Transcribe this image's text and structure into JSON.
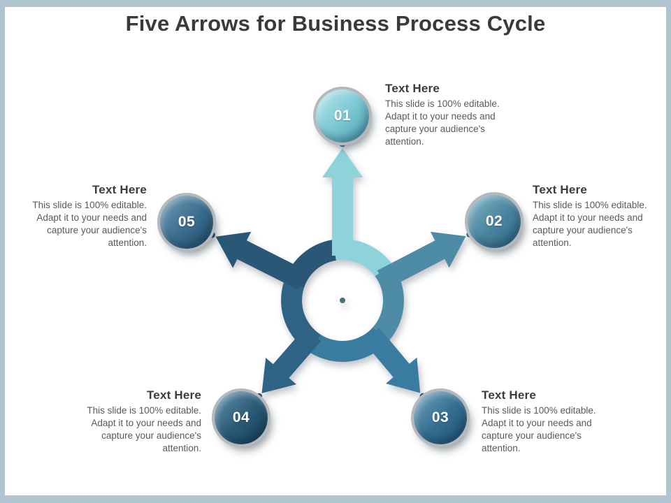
{
  "slide": {
    "title": "Five Arrows for Business Process Cycle",
    "frame_color": "#b0c5d0",
    "center_dot_color": "#48707f"
  },
  "items": [
    {
      "number": "01",
      "heading": "Text Here",
      "body": "This slide is 100% editable. Adapt it to your needs and capture your audience's attention.",
      "arrow_color": "#8ed3da",
      "color_light": "#bce7ec",
      "color": "#7cc8d3",
      "color_dark": "#4d9fb1",
      "dot_color": "#4492a4"
    },
    {
      "number": "02",
      "heading": "Text Here",
      "body": "This slide is 100% editable. Adapt it to your needs and capture your audience's attention.",
      "arrow_color": "#4d8ca4",
      "color_light": "#84b5c5",
      "color": "#4b86a1",
      "color_dark": "#2e6681",
      "dot_color": "#2e6b82"
    },
    {
      "number": "03",
      "heading": "Text Here",
      "body": "This slide is 100% editable. Adapt it to your needs and capture your audience's attention.",
      "arrow_color": "#3a7ba0",
      "color_light": "#74a6bd",
      "color": "#356f93",
      "color_dark": "#1e5173",
      "dot_color": "#265c7b"
    },
    {
      "number": "04",
      "heading": "Text Here",
      "body": "This slide is 100% editable. Adapt it to your needs and capture your audience's attention.",
      "arrow_color": "#2f6386",
      "color_light": "#6594ad",
      "color": "#2b5b78",
      "color_dark": "#153e57",
      "dot_color": "#1c4662"
    },
    {
      "number": "05",
      "heading": "Text Here",
      "body": "This slide is 100% editable. Adapt it to your needs and capture your audience's attention.",
      "arrow_color": "#2a5776",
      "color_light": "#739fb6",
      "color": "#3d6e8f",
      "color_dark": "#224e6d",
      "dot_color": "#224b66"
    }
  ]
}
